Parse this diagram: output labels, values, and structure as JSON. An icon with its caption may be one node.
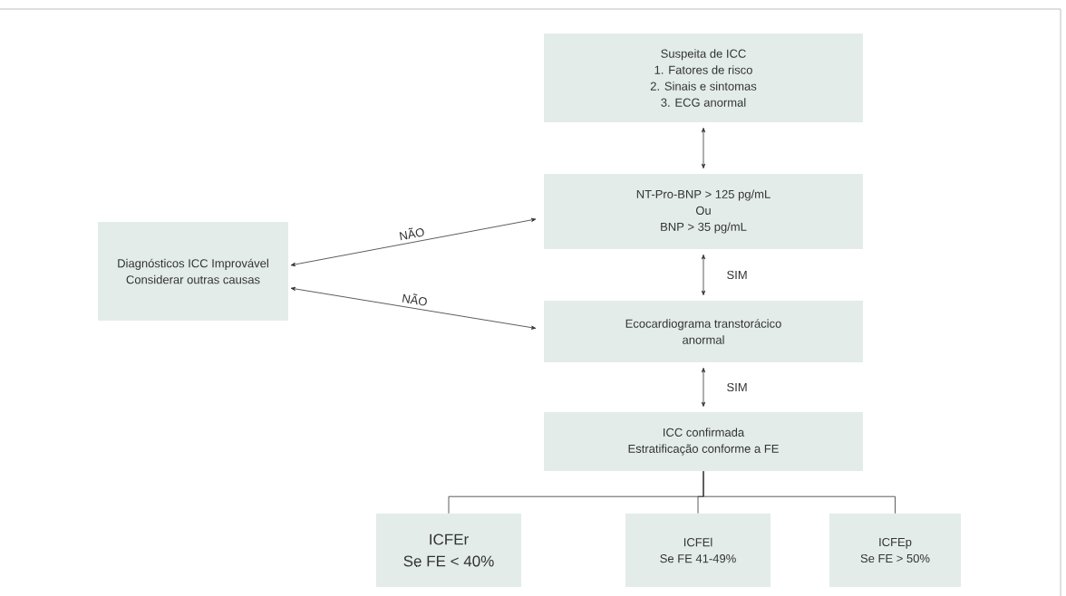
{
  "diagram": {
    "nodes": [
      {
        "text": [
          "Suspeita de ICC",
          "1. Fatores de risco",
          "2. Sinais e sintomas",
          "3. ECG anormal"
        ]
      },
      {
        "text": [
          "NT-Pro-BNP > 125 pg/mL",
          "Ou",
          "BNP > 35 pg/mL"
        ]
      },
      {
        "text": [
          "Diagnósticos ICC Improvável",
          "Considerar outras causas"
        ]
      },
      {
        "text": [
          "Ecocardiograma transtorácico anormal"
        ]
      },
      {
        "text": [
          "ICC confirmada",
          "Estratificação conforme a FE"
        ]
      },
      {
        "text": [
          "ICFEr",
          "Se FE < 40%"
        ]
      },
      {
        "text": [
          "ICFEl",
          "Se FE 41-49%"
        ]
      },
      {
        "text": [
          "ICFEp",
          "Se FE > 50%"
        ]
      }
    ],
    "edges": [
      {
        "from": 0,
        "to": 1,
        "arrow": "both"
      },
      {
        "from": 2,
        "to": 1,
        "arrow": "both",
        "label": "NÃO"
      },
      {
        "from": 2,
        "to": 3,
        "arrow": "both",
        "label": "NÃO"
      },
      {
        "from": 1,
        "to": 3,
        "arrow": "both",
        "label": "SIM"
      },
      {
        "from": 3,
        "to": 4,
        "arrow": "both",
        "label": "SIM"
      },
      {
        "from": 4,
        "to": 5,
        "arrow": "none"
      },
      {
        "from": 4,
        "to": 6,
        "arrow": "none"
      },
      {
        "from": 4,
        "to": 7,
        "arrow": "none"
      }
    ]
  }
}
